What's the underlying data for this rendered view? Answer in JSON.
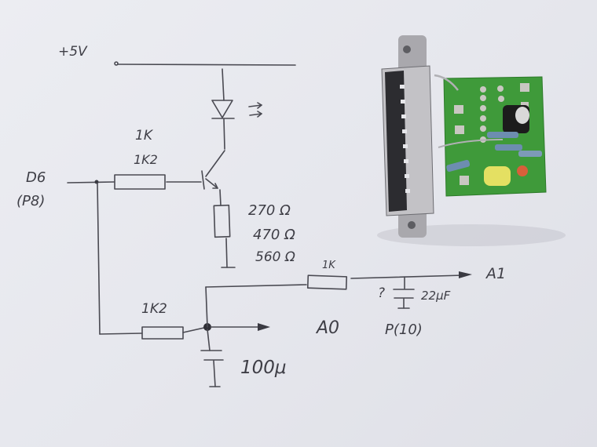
{
  "schematic": {
    "supply_label": "+5V",
    "input_label": "D6",
    "input_pin_label": "(P8)",
    "base_resistor_label_1": "1K",
    "base_resistor_label_2": "1K2",
    "emitter_resistor_values": [
      "270 Ω",
      "470 Ω",
      "560 Ω"
    ],
    "series_resistor_label": "1K",
    "feedback_resistor_label": "1K2",
    "output_a1_label": "A1",
    "output_a0_label": "A0",
    "output_a0_pin_label": "P(10)",
    "cap_question_mark": "?",
    "cap_small_label": "22μF",
    "cap_large_label": "100μ"
  },
  "photo": {
    "description": "DB-25 connector with small green PCB (LED, resistors, capacitor)",
    "colors": {
      "pcb": "#3f9a3a",
      "connector_metal": "#b9b8bb",
      "led_yellow": "#e4e062",
      "led_red": "#d8603a",
      "capacitor": "#1c1c1c"
    }
  }
}
